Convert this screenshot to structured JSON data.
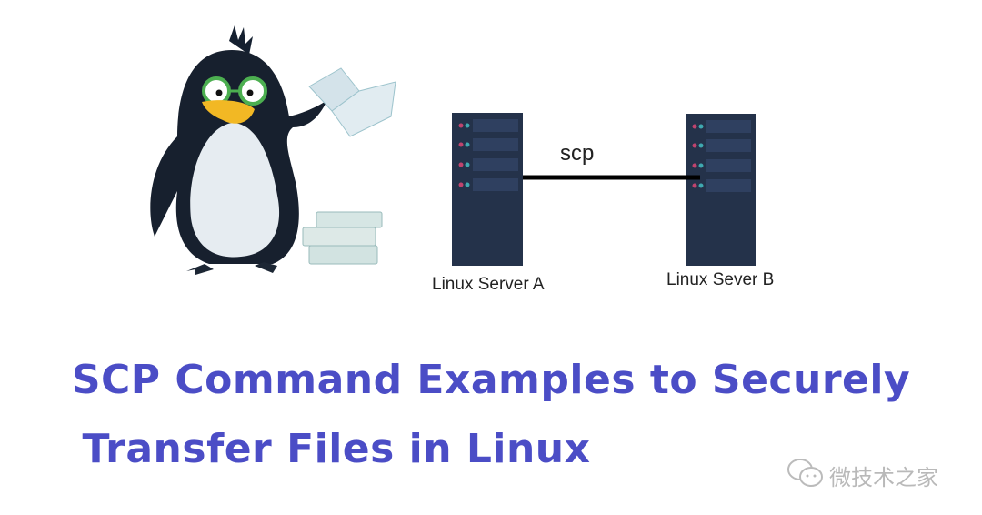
{
  "diagram": {
    "connection_label": "scp",
    "server_a_label": "Linux Server A",
    "server_b_label": "Linux Sever B"
  },
  "title": {
    "line1": "SCP Command Examples to Securely",
    "line2": "Transfer Files in Linux"
  },
  "watermark": {
    "text": "微技术之家",
    "icon": "wechat-icon"
  },
  "colors": {
    "title": "#4b4dc6",
    "server": "#24324a"
  }
}
